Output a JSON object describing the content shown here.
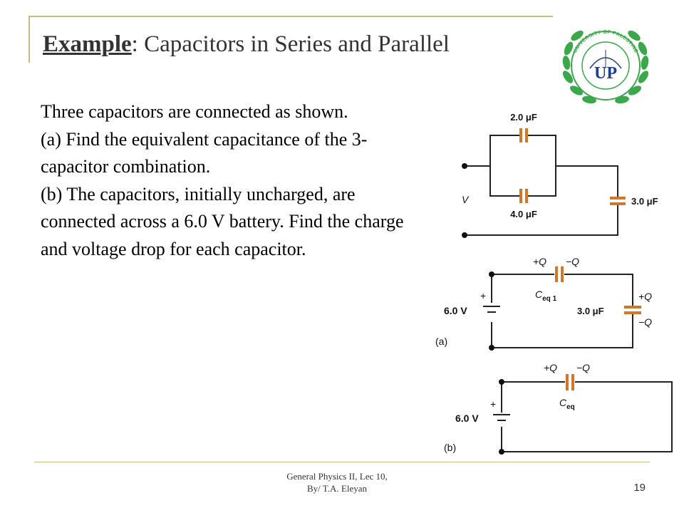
{
  "slide": {
    "title_keyword": "Example",
    "title_colon": ":",
    "title_rest": " Capacitors in Series and Parallel",
    "paragraphs": [
      "Three capacitors are connected as shown.",
      "(a)  Find the equivalent capacitance of the 3-capacitor combination.",
      "(b)  The capacitors, initially uncharged, are connected across a 6.0 V battery. Find the charge and voltage drop for each capacitor."
    ],
    "footer_line1": "General Physics II, Lec 10,",
    "footer_line2": "By/ T.A. Eleyan",
    "page_number": "19"
  },
  "logo": {
    "initials": "UP",
    "ring_text": "UNIVERSITY OF PALESTINE",
    "colors": {
      "wreath": "#3aa84a",
      "text": "#1f3f8c"
    }
  },
  "diagram": {
    "colors": {
      "wire": "#222222",
      "capacitor": "#d2762a",
      "label": "#111111"
    },
    "top": {
      "cap1": "2.0 μF",
      "cap2": "4.0 μF",
      "cap3": "3.0 μF",
      "voltage": "V"
    },
    "circuit_a": {
      "battery": "6.0 V",
      "battery_plus": "+",
      "plus_q": "+Q",
      "minus_q": "−Q",
      "ceq": "C",
      "ceq_sub": "eq 1",
      "cap": "3.0 μF",
      "cap_plus_q": "+Q",
      "cap_minus_q": "−Q",
      "label": "(a)"
    },
    "circuit_b": {
      "battery": "6.0 V",
      "battery_plus": "+",
      "plus_q": "+Q",
      "minus_q": "−Q",
      "ceq": "C",
      "ceq_sub": "eq",
      "label": "(b)"
    }
  }
}
